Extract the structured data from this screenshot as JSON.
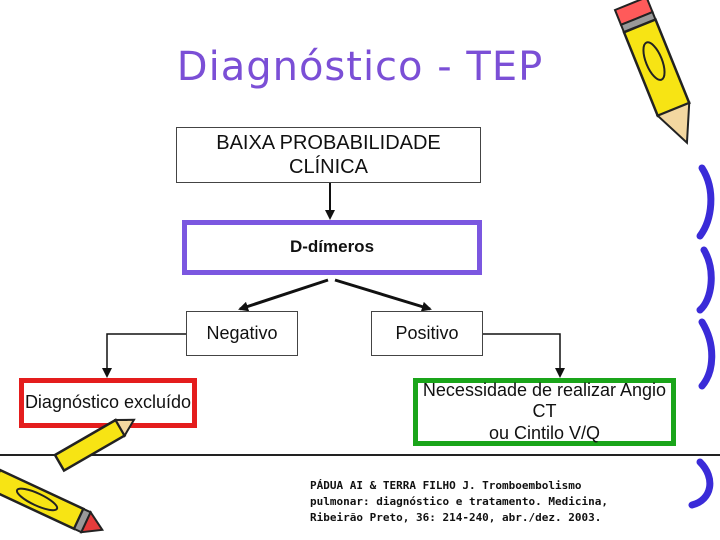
{
  "title": "Diagnóstico - TEP",
  "boxes": {
    "baixa": "BAIXA PROBABILIDADE CLÍNICA",
    "ddimeros": "D-dímeros",
    "negativo": "Negativo",
    "positivo": "Positivo",
    "excluido": "Diagnóstico excluído",
    "necessidade_line1": "Necessidade de realizar Angio CT",
    "necessidade_line2": "ou Cintilo V/Q"
  },
  "reference": {
    "line1": "PÁDUA AI & TERRA FILHO J. Tromboembolismo",
    "line2": "pulmonar: diagnóstico e tratamento. Medicina,",
    "line3": "Ribeirão Preto, 36: 214-240, abr./dez. 2003."
  },
  "colors": {
    "title": "#7b4fd6",
    "ddimeros_border": "#7b57e0",
    "excluido_border": "#e41d1d",
    "necessidade_border": "#1aa51a",
    "decor_yellow": "#f7e414",
    "decor_blue": "#3a2bd8"
  },
  "decor": {
    "top_right": "pencil-icon",
    "bottom_left": "pencil-icon",
    "right_edge": "crayon-scribble-icon"
  }
}
